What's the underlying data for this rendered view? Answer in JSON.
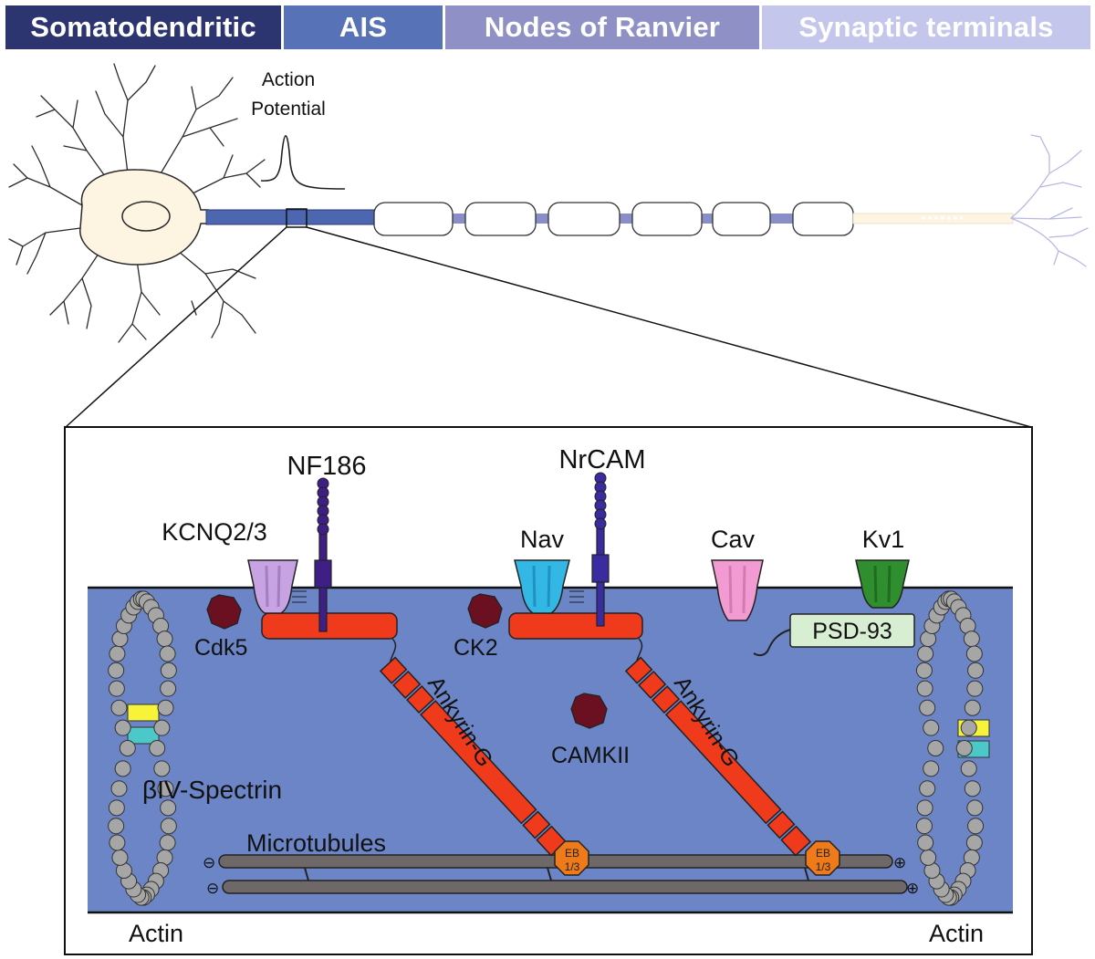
{
  "regions": [
    {
      "label": "Somatodendritic",
      "color": "#2d3570"
    },
    {
      "label": "AIS",
      "color": "#5872b8"
    },
    {
      "label": "Nodes of Ranvier",
      "color": "#8f91c6"
    },
    {
      "label": "Synaptic terminals",
      "color": "#c5c6ec"
    }
  ],
  "action_potential": {
    "line1": "Action",
    "line2": "Potential"
  },
  "labels": {
    "nf186": "NF186",
    "nrcam": "NrCAM",
    "kcnq": "KCNQ2/3",
    "nav": "Nav",
    "cav": "Cav",
    "kv1": "Kv1",
    "psd93": "PSD-93",
    "cdk5": "Cdk5",
    "ck2": "CK2",
    "camkii": "CAMKII",
    "ankyrin1": "Ankyrin-G",
    "ankyrin2": "Ankyrin-G",
    "spectrin": "βIV-Spectrin",
    "microtubules": "Microtubules",
    "eb_line1": "EB",
    "eb_line2": "1/3",
    "actin_left": "Actin",
    "actin_right": "Actin",
    "minus": "⊖",
    "plus": "⊕"
  },
  "colors": {
    "soma_fill": "#fdf4e2",
    "ais": "#4c66b0",
    "node": "#8a8ec8",
    "membrane_box": "#6b85c7",
    "ankyrin": "#ef3a1c",
    "spectrin_cyan": "#4cc8c8",
    "spectrin_yellow": "#f7f23a",
    "actin_bead": "#a6a6a6",
    "microtubule": "#6e6868",
    "eb": "#ee7a1a",
    "kinase": "#6b1020",
    "kcnq": "#c7a3e3",
    "nav": "#33b8e6",
    "cav": "#f29ad2",
    "kv1": "#2f8f2f",
    "psd93": "#d8eed2",
    "cam_purple": "#3e1f86"
  }
}
